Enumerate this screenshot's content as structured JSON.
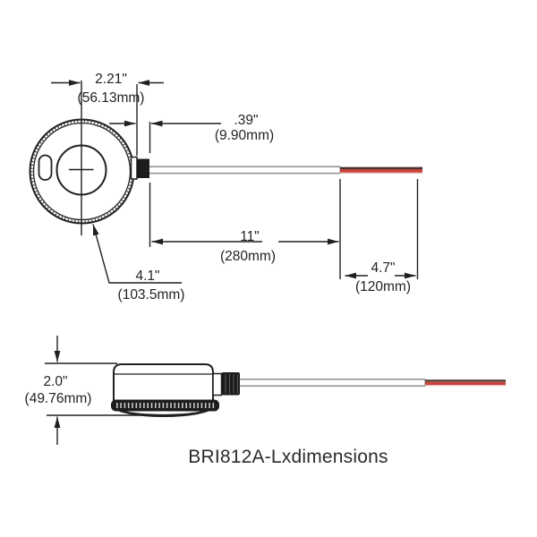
{
  "title": "BRI812A-Lxdimensions",
  "colors": {
    "line": "#231f20",
    "cable_outline": "#8d8d8d",
    "lead_wire_red": "#c8423a",
    "lead_wire_dark": "#4a332c",
    "connector_black": "#1c1c1c"
  },
  "dimensions": {
    "head_width": {
      "inches": "2.21\"",
      "metric": "(56.13mm)"
    },
    "connector_length": {
      "inches": ".39\"",
      "metric": "(9.90mm)"
    },
    "cable_length": {
      "inches": "11\"",
      "metric": "(280mm)"
    },
    "lead_length": {
      "inches": "4.7\"",
      "metric": "(120mm)"
    },
    "head_diameter": {
      "inches": "4.1\"",
      "metric": "(103.5mm)"
    },
    "head_height": {
      "inches": "2.0\"",
      "metric": "(49.76mm)"
    }
  }
}
